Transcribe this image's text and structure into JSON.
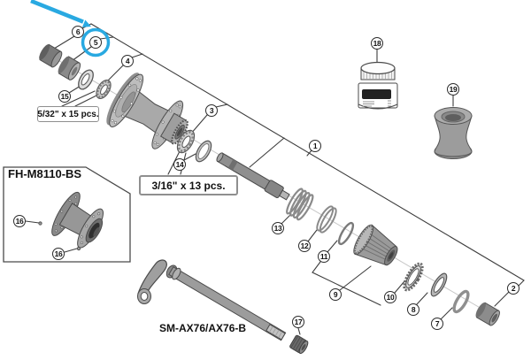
{
  "diagram": {
    "labels": {
      "inset_product": "FH-M8110-BS",
      "thru_axle": "SM-AX76/AX76-B"
    },
    "spec_boxes": {
      "left": "5/32\" x 15 pcs.",
      "right": "3/16\" x 13 pcs."
    },
    "callouts": {
      "c1": "1",
      "c2": "2",
      "c3": "3",
      "c4": "4",
      "c5": "5",
      "c6": "6",
      "c7": "7",
      "c8": "8",
      "c9": "9",
      "c10": "10",
      "c11": "11",
      "c12": "12",
      "c13": "13",
      "c14": "14",
      "c15": "15",
      "c16a": "16",
      "c16b": "16",
      "c17": "17",
      "c18": "18",
      "c19": "19"
    },
    "colors": {
      "highlight_blue": "#29a9e1",
      "line": "#3d3d3d"
    }
  }
}
